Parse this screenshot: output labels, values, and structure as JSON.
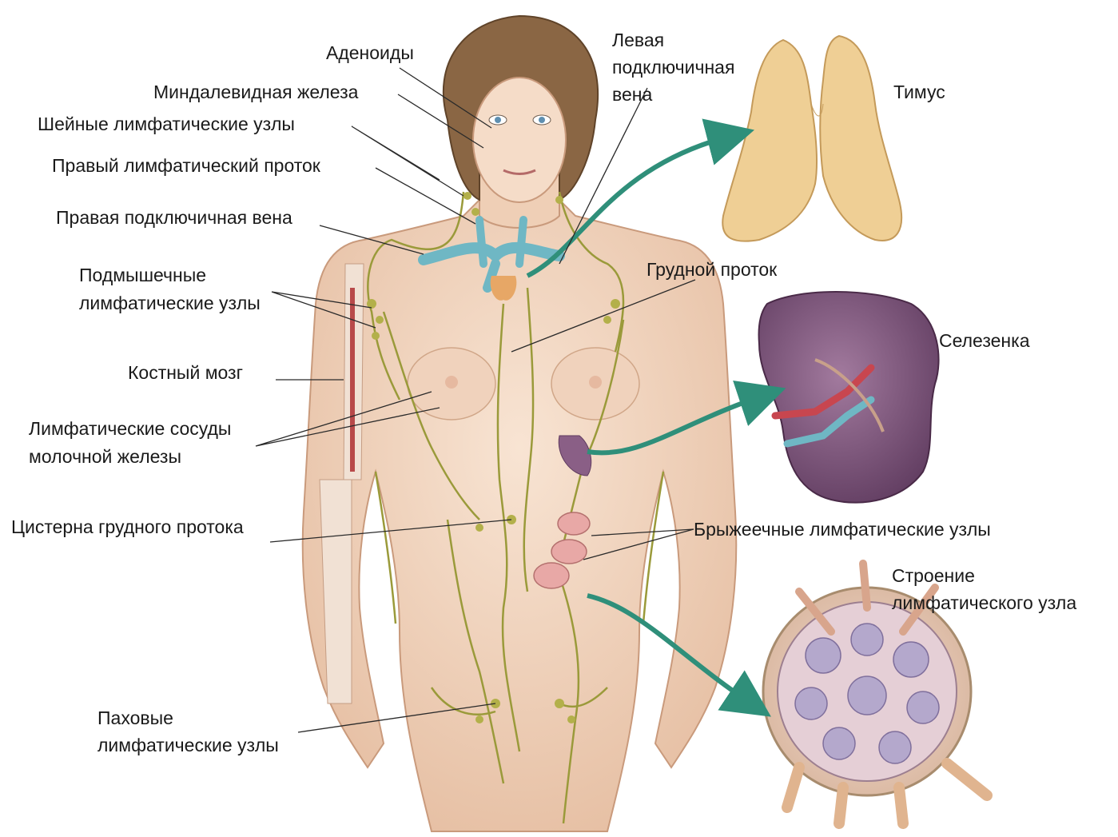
{
  "labels": {
    "adenoids": "Аденоиды",
    "tonsil": "Миндалевидная железа",
    "cervical_nodes": "Шейные лимфатические узлы",
    "right_lymph_duct": "Правый лимфатический проток",
    "right_subclavian_vein": "Правая подключичная вена",
    "axillary_nodes_1": "Подмышечные",
    "axillary_nodes_2": "лимфатические узлы",
    "bone_marrow": "Костный мозг",
    "mammary_vessels_1": "Лимфатические сосуды",
    "mammary_vessels_2": "молочной железы",
    "cisterna": "Цистерна грудного протока",
    "inguinal_nodes_1": "Паховые",
    "inguinal_nodes_2": "лимфатические узлы",
    "left_subclavian_1": "Левая",
    "left_subclavian_2": "подключичная",
    "left_subclavian_3": "вена",
    "thymus": "Тимус",
    "thoracic_duct": "Грудной проток",
    "spleen": "Селезенка",
    "mesenteric_nodes": "Брыжеечные лимфатические узлы",
    "node_structure_1": "Строение",
    "node_structure_2": "лимфатического узла"
  },
  "colors": {
    "skin": "#f3d7c2",
    "skin_shadow": "#e2b99d",
    "hair": "#7a5a3c",
    "lymph": "#9a9a3a",
    "vein": "#6fb7c4",
    "arrow": "#2f8f7a",
    "thymus": "#efcf95",
    "spleen": "#7d4f78",
    "node": "#e8cfc0"
  }
}
